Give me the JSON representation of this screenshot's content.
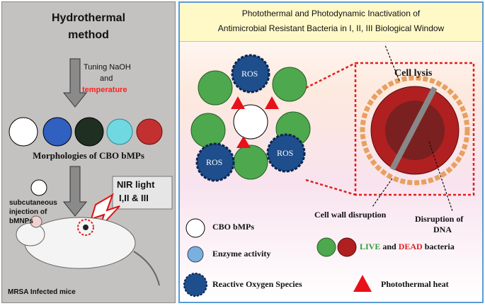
{
  "left_panel": {
    "title_line1": "Hydrothermal",
    "title_line2": "method",
    "tuning_line1": "Tuning NaOH",
    "tuning_line2": "and",
    "tuning_line3": "temperature",
    "morphologies_label": "Morphologies of CBO bMPs",
    "injection_line1": "subcutaneous",
    "injection_line2": "injection of",
    "injection_line3": "bMNPs",
    "nir_line1": "NIR light",
    "nir_line2": "I,II & III",
    "mice_label": "MRSA Infected mice"
  },
  "right_panel": {
    "header_line1": "Photothermal and Photodynamic Inactivation of",
    "header_line2": "Antimicrobial Resistant Bacteria in I, II, III Biological Window",
    "cell_lysis": "Cell lysis",
    "cell_wall": "Cell wall disruption",
    "dna_line1": "Disruption of",
    "dna_line2": "DNA",
    "ros_label": "ROS"
  },
  "legend": {
    "cbo": "CBO bMPs",
    "enzyme": "Enzyme activity",
    "ros": "Reactive Oxygen Species",
    "live": "LIVE",
    "and_word": "and",
    "dead": "DEAD",
    "bacteria": "bacteria",
    "heat": "Photothermal heat"
  },
  "colors": {
    "header_border": "#5b9bd5",
    "ros_blue": "#1f4e8c",
    "live_green": "#2e9e3e",
    "dead_red": "#e02020",
    "heat_red": "#e8101a",
    "temperature_red": "#ff2020"
  }
}
